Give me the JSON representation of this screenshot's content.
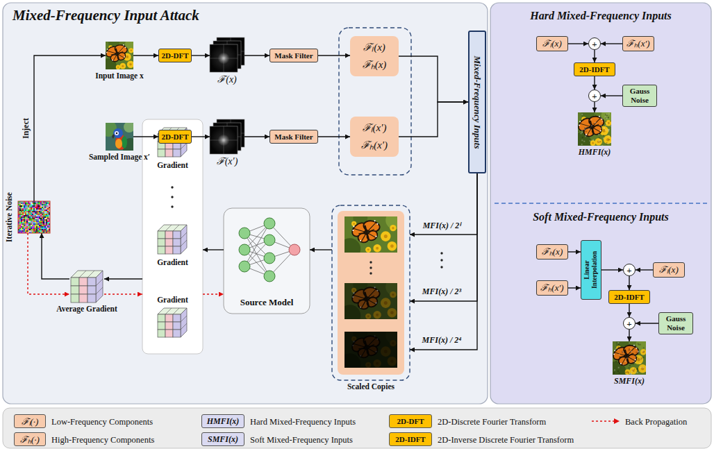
{
  "diagram": {
    "nodes": [
      {
        "text": [
          "Mixed-Frequency Input Attack"
        ]
      },
      {
        "text": [
          "Input Image x"
        ],
        "in": 0
      },
      {
        "text": [
          "2D-DFT"
        ],
        "in": 0
      },
      {
        "text": [
          "ℱ(x)"
        ],
        "in": 0
      },
      {
        "text": [
          "Mask Filter"
        ],
        "in": 0
      },
      {
        "text": [
          "ℱₗ(x)",
          "ℱₕ(x)"
        ],
        "in": 0
      },
      {
        "text": [
          "Sampled Image x′"
        ],
        "in": 0
      },
      {
        "text": [
          "2D-DFT"
        ],
        "in": 0
      },
      {
        "text": [
          "ℱ(x′)"
        ],
        "in": 0
      },
      {
        "text": [
          "Mask Filter"
        ],
        "in": 0
      },
      {
        "text": [
          "ℱₗ(x′)",
          "ℱₕ(x′)"
        ],
        "in": 0
      },
      {
        "text": [
          "Mixed-Frequency Inputs"
        ],
        "in": 0
      },
      {
        "text": [
          "Iterative Noise"
        ],
        "in": 0
      },
      {
        "text": [
          "Gradient",
          "Gradient",
          "Gradient"
        ],
        "in": 0
      },
      {
        "text": [
          "Average Gradient"
        ],
        "in": 0
      },
      {
        "text": [
          "Source Model"
        ],
        "in": 0
      },
      {
        "text": [
          "Scaled Copies"
        ],
        "in": 0
      },
      {
        "text": [
          "Hard Mixed-Frequency Inputs"
        ]
      },
      {
        "text": [
          "ℱₗ(x)"
        ],
        "in": 17
      },
      {
        "text": [
          "+"
        ],
        "in": 17
      },
      {
        "text": [
          "ℱₕ(x′)"
        ],
        "in": 17
      },
      {
        "text": [
          "2D-IDFT"
        ],
        "in": 17
      },
      {
        "text": [
          "+"
        ],
        "in": 17
      },
      {
        "text": [
          "Gauss Noise"
        ],
        "in": 17
      },
      {
        "text": [
          "HMFI(x)"
        ],
        "in": 17
      },
      {
        "text": [
          "Soft Mixed-Frequency Inputs"
        ]
      },
      {
        "text": [
          "ℱₕ(x)"
        ],
        "in": 25
      },
      {
        "text": [
          "Linear Interpolation"
        ],
        "in": 25
      },
      {
        "text": [
          "+"
        ],
        "in": 25
      },
      {
        "text": [
          "ℱₗ(x)"
        ],
        "in": 25
      },
      {
        "text": [
          "ℱₕ(x′)"
        ],
        "in": 25
      },
      {
        "text": [
          "2D-IDFT"
        ],
        "in": 25
      },
      {
        "text": [
          "+"
        ],
        "in": 25
      },
      {
        "text": [
          "Gauss Noise"
        ],
        "in": 25
      },
      {
        "text": [
          "SMFI(x)"
        ],
        "in": 25
      }
    ],
    "edges": [
      {
        "from": 1,
        "to": 2,
        "arrow": "to"
      },
      {
        "from": 2,
        "to": 3,
        "arrow": "to"
      },
      {
        "from": 3,
        "to": 4,
        "arrow": "to"
      },
      {
        "from": 4,
        "to": 5,
        "arrow": "to"
      },
      {
        "from": 6,
        "to": 7,
        "arrow": "to"
      },
      {
        "from": 7,
        "to": 8,
        "arrow": "to"
      },
      {
        "from": 8,
        "to": 9,
        "arrow": "to"
      },
      {
        "from": 9,
        "to": 10,
        "arrow": "to"
      },
      {
        "from": 5,
        "to": 11,
        "arrow": "to"
      },
      {
        "from": 10,
        "to": 11,
        "arrow": "to"
      },
      {
        "from": 11,
        "to": 16,
        "arrow": "to",
        "label": "MFI(x) / 2ⁱ"
      },
      {
        "from": 11,
        "to": 16,
        "arrow": "to",
        "label": "MFI(x) / 2³"
      },
      {
        "from": 11,
        "to": 16,
        "arrow": "to",
        "label": "MFI(x) / 2⁴"
      },
      {
        "from": 16,
        "to": 15,
        "arrow": "to"
      },
      {
        "from": 15,
        "to": 13,
        "arrow": "to"
      },
      {
        "from": 13,
        "to": 14,
        "arrow": "to"
      },
      {
        "from": 14,
        "to": 12,
        "arrow": "to"
      },
      {
        "from": 12,
        "to": 1,
        "arrow": "to",
        "label": "Inject"
      },
      {
        "from": 12,
        "to": 14,
        "arrow": "to"
      },
      {
        "from": 14,
        "to": 13,
        "arrow": "to"
      },
      {
        "from": 13,
        "to": 15,
        "arrow": "to"
      },
      {
        "from": 18,
        "to": 19,
        "arrow": "to"
      },
      {
        "from": 20,
        "to": 19,
        "arrow": "to"
      },
      {
        "from": 19,
        "to": 21,
        "arrow": "to"
      },
      {
        "from": 21,
        "to": 22,
        "arrow": "to"
      },
      {
        "from": 23,
        "to": 22,
        "arrow": "to"
      },
      {
        "from": 22,
        "to": 24,
        "arrow": "to"
      },
      {
        "from": 26,
        "to": 27,
        "arrow": "to"
      },
      {
        "from": 30,
        "to": 27,
        "arrow": "to"
      },
      {
        "from": 27,
        "to": 28,
        "arrow": "to"
      },
      {
        "from": 29,
        "to": 28,
        "arrow": "to"
      },
      {
        "from": 28,
        "to": 31,
        "arrow": "to"
      },
      {
        "from": 31,
        "to": 32,
        "arrow": "to"
      },
      {
        "from": 33,
        "to": 32,
        "arrow": "to"
      },
      {
        "from": 32,
        "to": 34,
        "arrow": "to"
      }
    ],
    "labels": [
      "ℱₗ(·)",
      "ℱₕ(·)",
      "HMFI(x)",
      "SMFI(x)",
      "2D-DFT",
      "2D-IDFT"
    ],
    "legend": [
      {
        "text": "Low-Frequency Components",
        "color": "#f8cbad"
      },
      {
        "text": "High-Frequency Components",
        "color": "#f8cbad"
      },
      {
        "text": "Hard Mixed-Frequency Inputs",
        "color": "#dadaf2"
      },
      {
        "text": "Soft Mixed-Frequency Inputs",
        "color": "#dadaf2"
      },
      {
        "text": "2D-Discrete Fourier Transform",
        "color": "#ffc000"
      },
      {
        "text": "2D-Inverse Discrete Fourier Transform",
        "color": "#ffc000"
      },
      {
        "text": "Back Propagation"
      }
    ]
  }
}
